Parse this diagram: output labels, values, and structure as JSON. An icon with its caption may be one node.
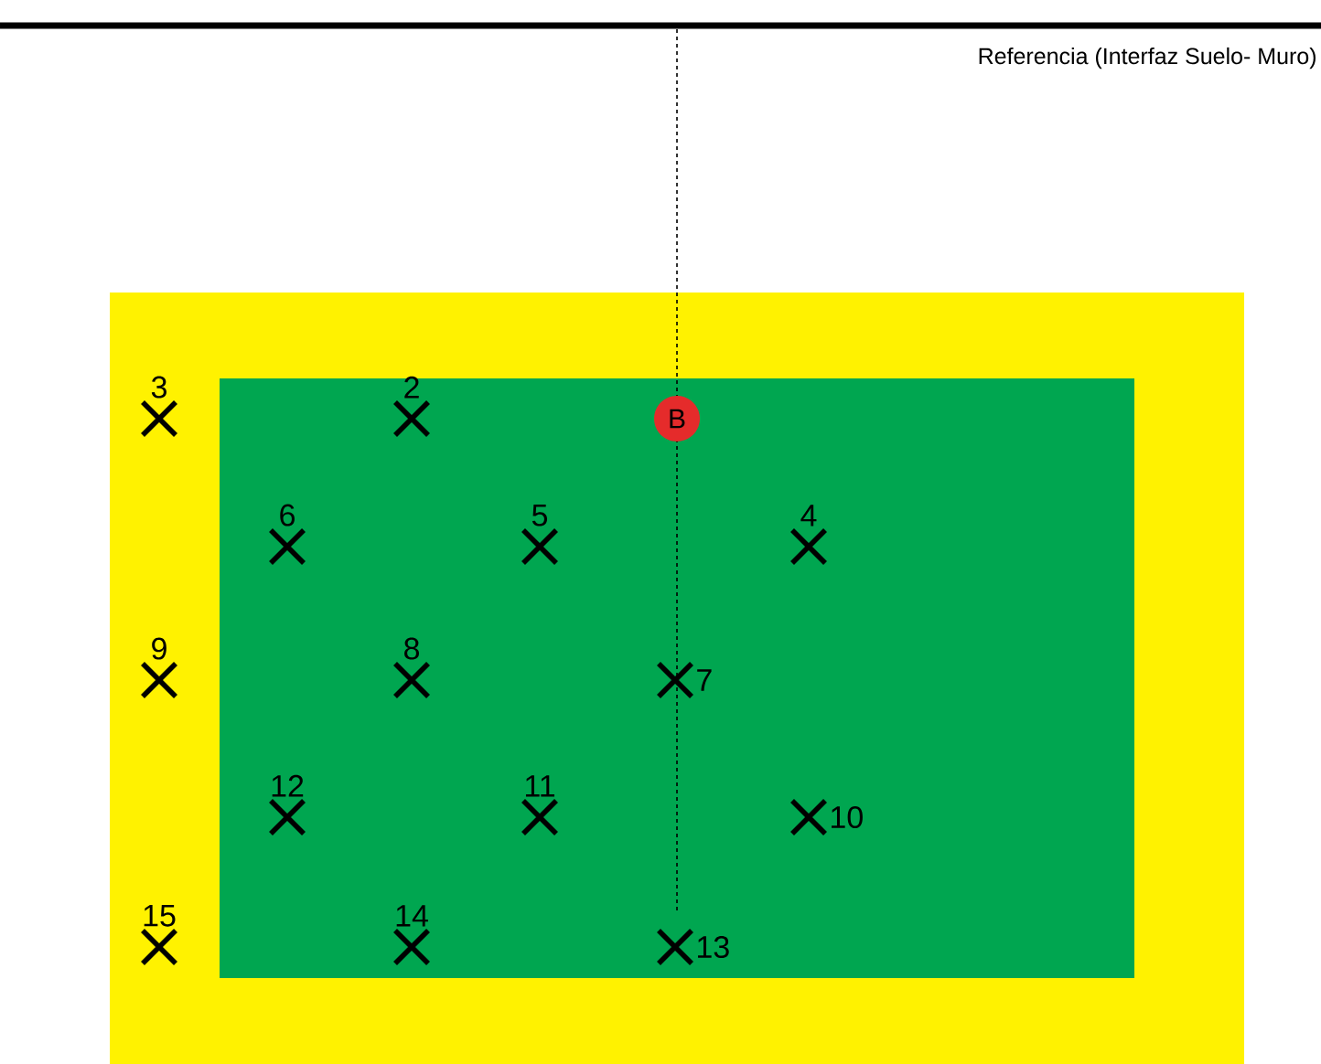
{
  "diagram": {
    "nodes": [
      {
        "text": [
          "B"
        ]
      }
    ],
    "labels": [
      "Referencia (Interfaz Suelo- Muro)",
      "3",
      "2",
      "6",
      "5",
      "4",
      "9",
      "8",
      "7",
      "12",
      "11",
      "10",
      "15",
      "14",
      "13"
    ]
  }
}
